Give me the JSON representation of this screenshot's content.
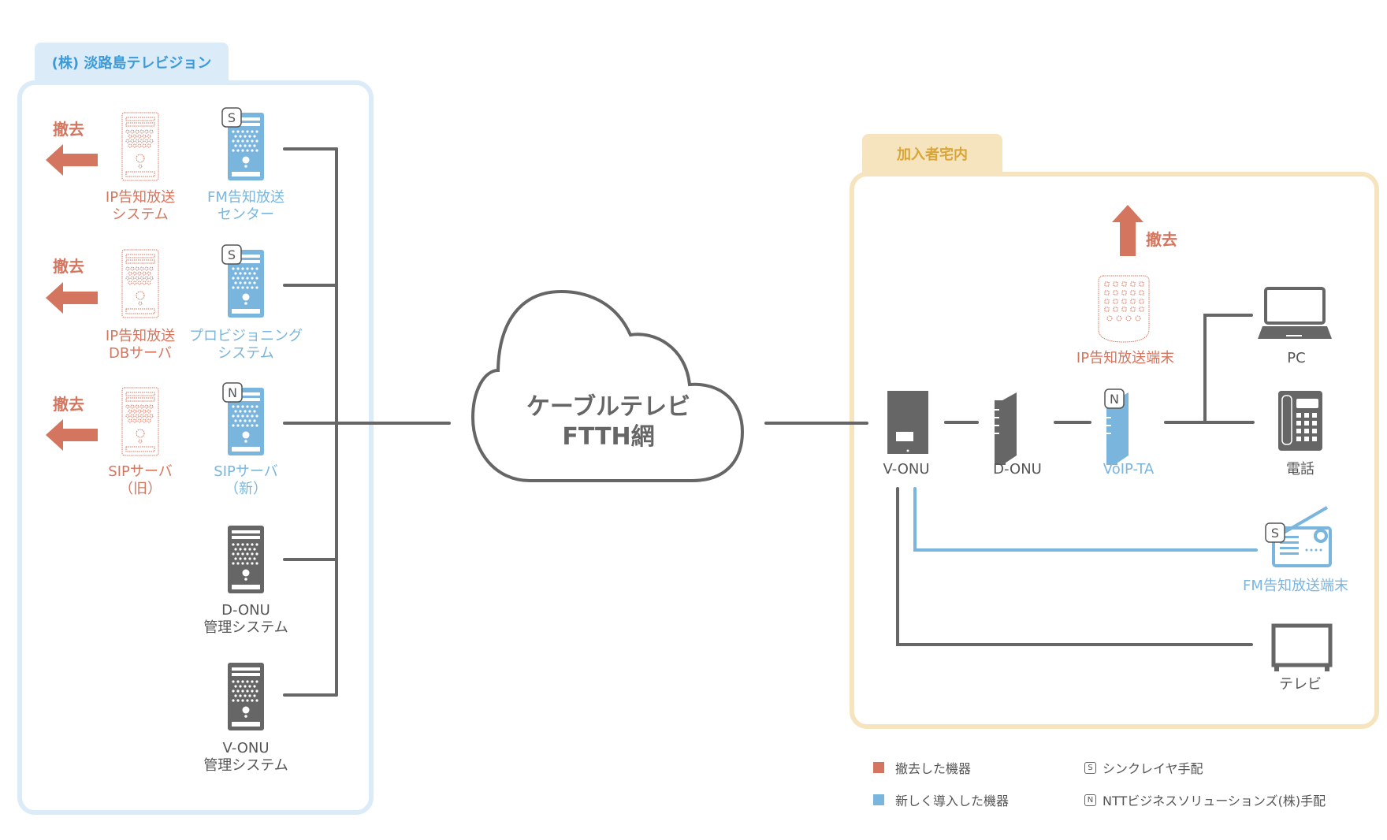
{
  "colors": {
    "removed": "#d4765f",
    "new": "#7ab5de",
    "existing": "#666666",
    "station_border": "#dcebf8",
    "home_border": "#f5e4bd",
    "home_title": "#d9a538",
    "station_title": "#3d9ad8"
  },
  "station": {
    "title": "(株) 淡路島テレビジョン",
    "removed_label": "撤去",
    "removed_devices": [
      {
        "line1": "IP告知放送",
        "line2": "システム"
      },
      {
        "line1": "IP告知放送",
        "line2": "DBサーバ"
      },
      {
        "line1": "SIPサーバ",
        "line2": "（旧）"
      }
    ],
    "servers": [
      {
        "line1": "FM告知放送",
        "line2": "センター",
        "badge": "S",
        "status": "new"
      },
      {
        "line1": "プロビジョニング",
        "line2": "システム",
        "badge": "S",
        "status": "new"
      },
      {
        "line1": "SIPサーバ",
        "line2": "（新）",
        "badge": "N",
        "status": "new"
      },
      {
        "line1": "D-ONU",
        "line2": "管理システム",
        "badge": "",
        "status": "existing"
      },
      {
        "line1": "V-ONU",
        "line2": "管理システム",
        "badge": "",
        "status": "existing"
      }
    ]
  },
  "network": {
    "line1": "ケーブルテレビ",
    "line2": "FTTH網"
  },
  "home": {
    "title": "加入者宅内",
    "removed_label": "撤去",
    "removed_device": "IP告知放送端末",
    "devices": {
      "vonu": "V-ONU",
      "donu": "D-ONU",
      "voipta": "VoIP-TA",
      "voipta_badge": "N",
      "pc": "PC",
      "phone": "電話",
      "fm": "FM告知放送端末",
      "fm_badge": "S",
      "tv": "テレビ"
    }
  },
  "legend": {
    "removed": "撤去した機器",
    "new": "新しく導入した機器",
    "s_badge": "S",
    "s_label": "シンクレイヤ手配",
    "n_badge": "N",
    "n_label": "NTTビジネスソリューションズ(株)手配"
  }
}
